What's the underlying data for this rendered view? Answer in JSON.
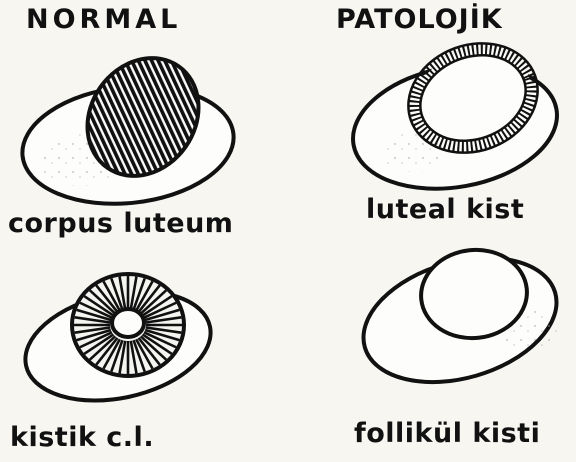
{
  "headings": {
    "normal": "NORMAL",
    "pathologic": "PATOLOJİK"
  },
  "panels": [
    {
      "id": "corpus-luteum",
      "label": "corpus luteum"
    },
    {
      "id": "luteal-cyst",
      "label": "luteal kist"
    },
    {
      "id": "cystic-cl",
      "label": "kistik c.l."
    },
    {
      "id": "follicular-cyst",
      "label": "follikül kisti"
    }
  ],
  "colors": {
    "ink": "#111111",
    "paper": "#f7f6f1"
  }
}
